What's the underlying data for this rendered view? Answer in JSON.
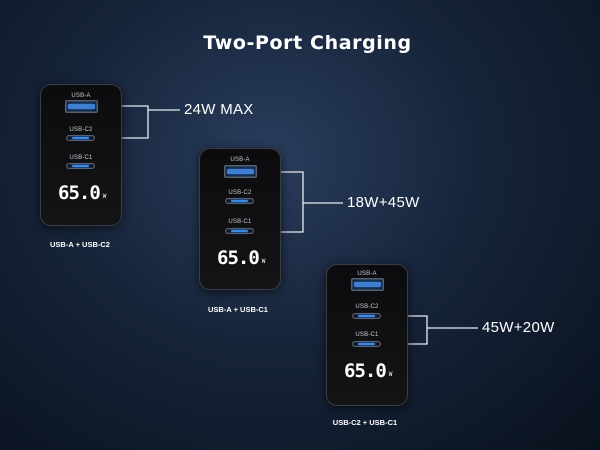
{
  "title": "Two-Port Charging",
  "chargers": [
    {
      "ports": [
        "USB-A",
        "USB-C2",
        "USB-C1"
      ],
      "display_value": "65.0",
      "display_unit": "W",
      "caption": "USB-A + USB-C2",
      "callout": "24W MAX"
    },
    {
      "ports": [
        "USB-A",
        "USB-C2",
        "USB-C1"
      ],
      "display_value": "65.0",
      "display_unit": "W",
      "caption": "USB-A + USB-C1",
      "callout": "18W+45W"
    },
    {
      "ports": [
        "USB-A",
        "USB-C2",
        "USB-C1"
      ],
      "display_value": "65.0",
      "display_unit": "W",
      "caption": "USB-C2 + USB-C1",
      "callout": "45W+20W"
    }
  ]
}
